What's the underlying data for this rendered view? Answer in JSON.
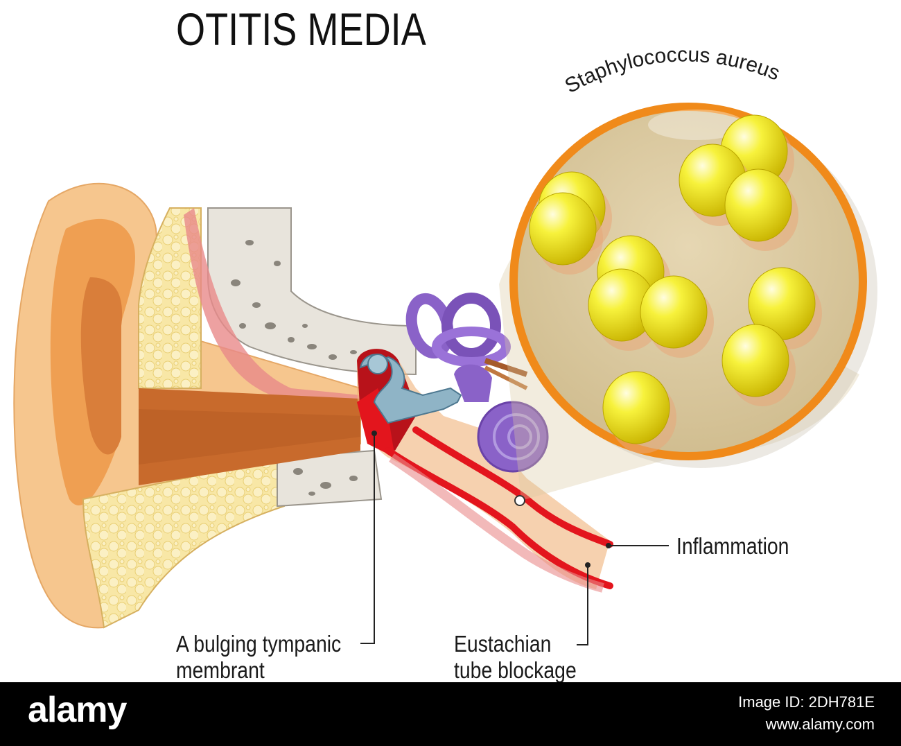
{
  "title": "OTITIS MEDIA",
  "labels": {
    "bacteria": "Staphylococcus aureus",
    "inflammation": "Inflammation",
    "tympanic_line1": "A bulging tympanic",
    "tympanic_line2": "membrant",
    "eustachian_line1": "Eustachian",
    "eustachian_line2": "tube blockage"
  },
  "footer": {
    "brand": "alamy",
    "image_id": "Image ID: 2DH781E",
    "site": "www.alamy.com"
  },
  "colors": {
    "skin": "#f6c68e",
    "skin_dark": "#e79a55",
    "canal": "#c86a2c",
    "fat": "#f8e7a6",
    "bone": "#e8e4dc",
    "muscle": "#e98a8a",
    "inflamed": "#e3151d",
    "ossicles": "#8fb4c6",
    "cochlea": "#8a62c8",
    "lens_ring": "#f08a1a",
    "lens_fill": "#dcc9a0",
    "bacteria": "#f2ec2a"
  }
}
